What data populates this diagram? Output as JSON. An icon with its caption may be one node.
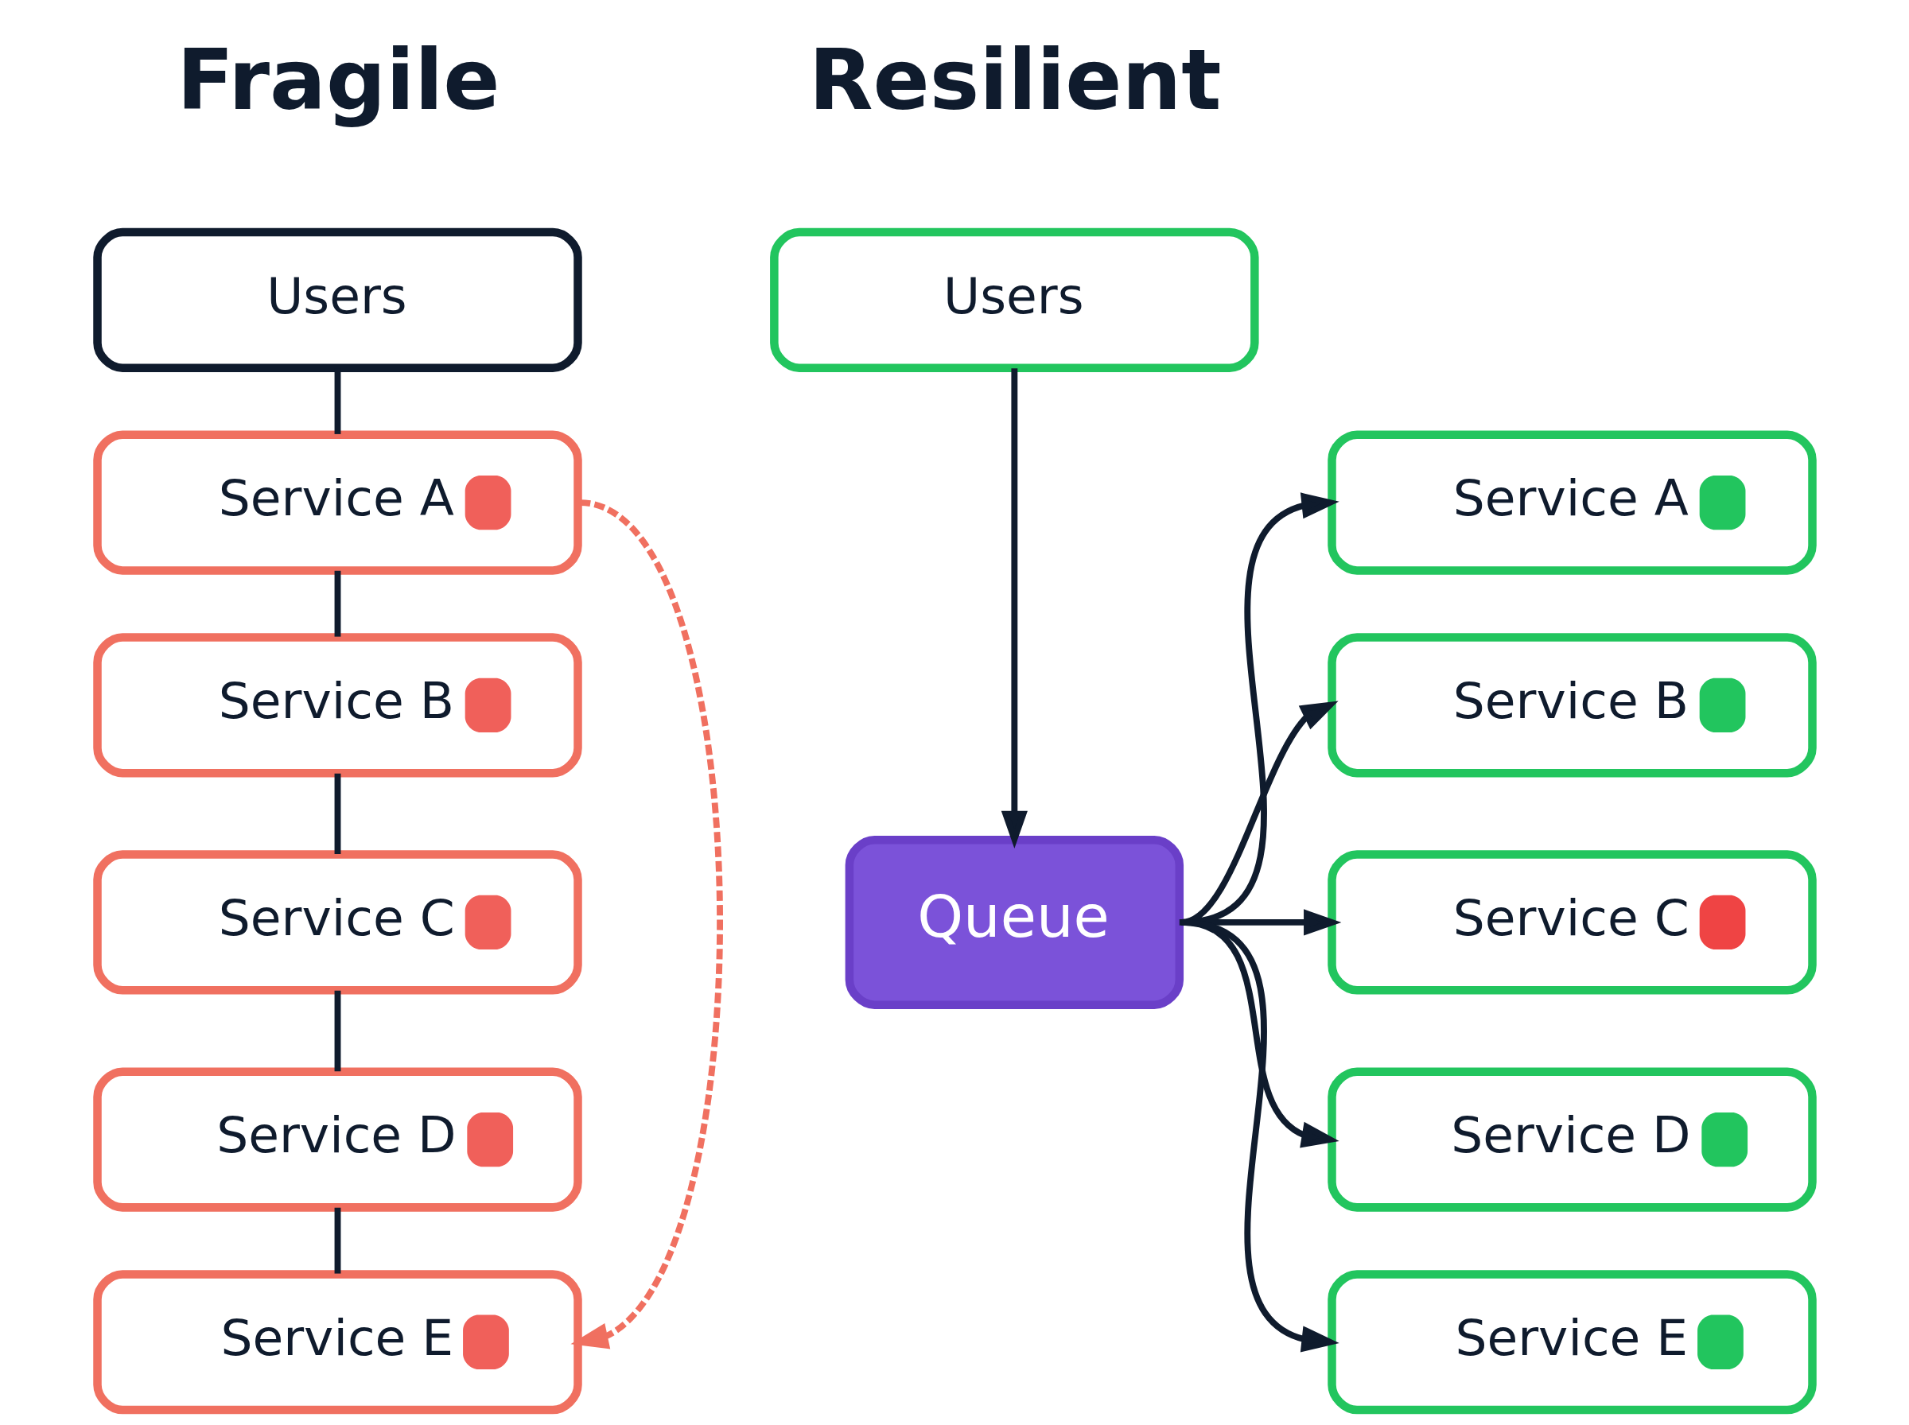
{
  "diagram": {
    "nodes": [
      {
        "text": [
          "Users"
        ]
      },
      {
        "text": [
          "Service A"
        ]
      },
      {
        "text": [
          "Service B"
        ]
      },
      {
        "text": [
          "Service C"
        ]
      },
      {
        "text": [
          "Service D"
        ]
      },
      {
        "text": [
          "Service E"
        ]
      },
      {
        "text": [
          "Users"
        ]
      },
      {
        "text": [
          "Queue"
        ]
      },
      {
        "text": [
          "Service A"
        ]
      },
      {
        "text": [
          "Service B"
        ]
      },
      {
        "text": [
          "Service C"
        ]
      },
      {
        "text": [
          "Service D"
        ]
      },
      {
        "text": [
          "Service E"
        ]
      }
    ],
    "edges": [
      {
        "from": 0,
        "to": 1,
        "arrow": "none"
      },
      {
        "from": 1,
        "to": 2,
        "arrow": "none"
      },
      {
        "from": 2,
        "to": 3,
        "arrow": "none"
      },
      {
        "from": 3,
        "to": 4,
        "arrow": "none"
      },
      {
        "from": 4,
        "to": 5,
        "arrow": "none"
      },
      {
        "from": 1,
        "to": 5,
        "arrow": "to",
        "style": "dashed",
        "color": "#f07060"
      },
      {
        "from": 6,
        "to": 7,
        "arrow": "to"
      },
      {
        "from": 7,
        "to": 8,
        "arrow": "to"
      },
      {
        "from": 7,
        "to": 9,
        "arrow": "to"
      },
      {
        "from": 7,
        "to": 10,
        "arrow": "to"
      },
      {
        "from": 7,
        "to": 11,
        "arrow": "to"
      },
      {
        "from": 7,
        "to": 12,
        "arrow": "to"
      }
    ],
    "labels": [
      "Fragile",
      "Resilient"
    ]
  }
}
